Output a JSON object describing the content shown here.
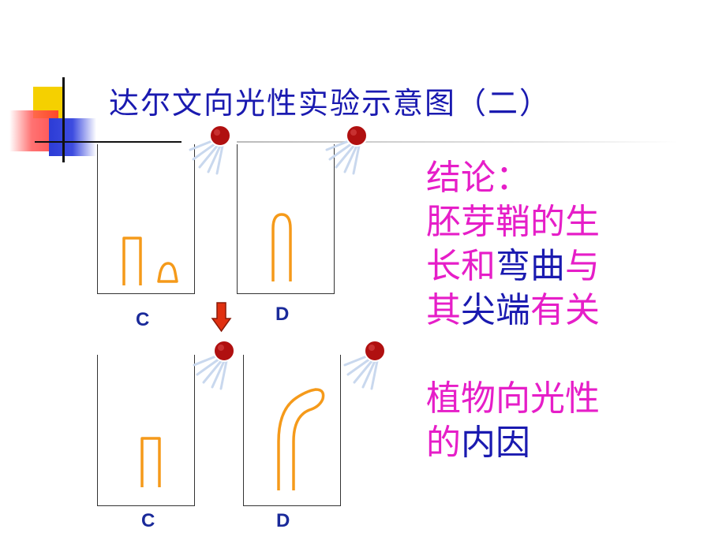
{
  "title": "达尔文向光性实验示意图（二）",
  "panels": {
    "top_left_label": "C",
    "top_right_label": "D",
    "bottom_left_label": "C",
    "bottom_right_label": "D"
  },
  "conclusion": {
    "heading": "结论：",
    "line1": "胚芽鞘的生",
    "line2_a": "长和",
    "line2_b": "弯曲",
    "line2_c": "与",
    "line3_a": "其",
    "line3_b": "尖端",
    "line3_c": "有关",
    "line4": "植物向光性",
    "line5_a": "的",
    "line5_b": "内因"
  },
  "colors": {
    "title": "#1a1ab0",
    "conclusion_pink": "#e61ec8",
    "conclusion_blue": "#1a1ab0",
    "seedling": "#f59a1a",
    "light_source": "#b01010",
    "arrow": "#e03010"
  },
  "icons": [
    "light-bulb-icon",
    "down-arrow-icon"
  ]
}
